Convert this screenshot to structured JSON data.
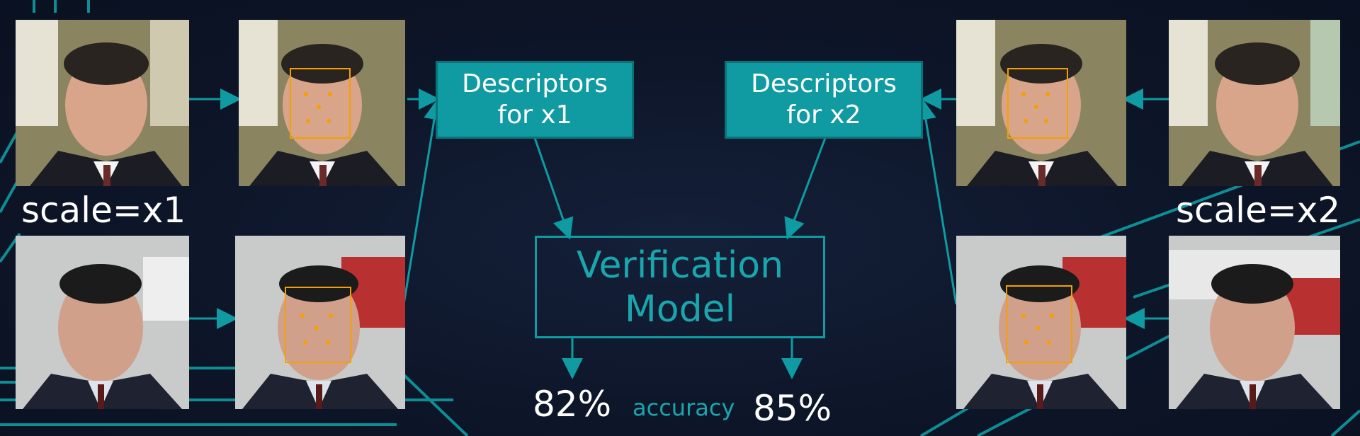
{
  "left": {
    "scale_label": "scale=x1",
    "descriptor_line1": "Descriptors",
    "descriptor_line2": "for x1"
  },
  "right": {
    "scale_label": "scale=x2",
    "descriptor_line1": "Descriptors",
    "descriptor_line2": "for x2"
  },
  "model": {
    "line1": "Verification",
    "line2": "Model"
  },
  "results": {
    "left_value": "82%",
    "label": "accuracy",
    "right_value": "85%"
  },
  "colors": {
    "accent": "#0f9ba1",
    "box_fill": "#0f9ba1",
    "face_marker": "#f5a000",
    "background": "#0d1528"
  }
}
